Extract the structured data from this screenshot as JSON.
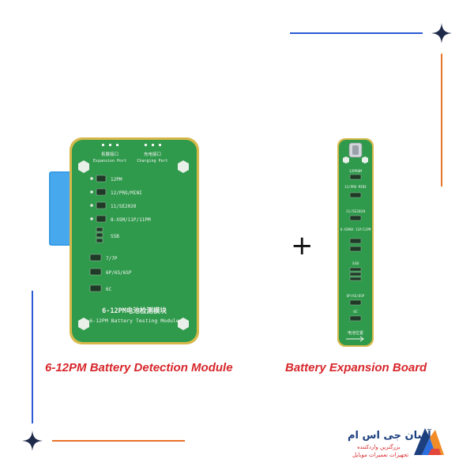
{
  "module": {
    "port_left_cn": "拓展接口",
    "port_left_en": "Expansion Port",
    "port_right_cn": "充电接口",
    "port_right_en": "Charging Port",
    "slots": [
      "12PM",
      "12/PRO/MINI",
      "11/SE2020",
      "8-XSM/11P/11PM",
      "SSB",
      "7/7P",
      "6P/6S/6SP",
      "6C"
    ],
    "title_cn": "6-12PM电池检测模块",
    "title_en": "6-12PM Battery Testing Module"
  },
  "board": {
    "labels": [
      "12PROM",
      "12/PRO MINI",
      "11/SE2020",
      "8-XSMAX 11P/11PM",
      "SSB",
      "6P/6S/6SP",
      "6C"
    ],
    "position_label": "电池位置"
  },
  "captions": {
    "left": "6-12PM Battery Detection Module",
    "right": "Battery Expansion Board"
  },
  "plus_sign": "+",
  "brand": {
    "name": "آسان جی اس ام",
    "tagline_1": "بزرگترین واردکننده",
    "tagline_2": "تجهیزات تعمیرات موبایل"
  },
  "colors": {
    "pcb_green": "#2f9a4b",
    "pcb_border": "#d6b84a",
    "caption_red": "#d8262b",
    "accent_blue": "#2c5bd6",
    "accent_orange": "#e8742a",
    "star_navy": "#1e2a4a"
  }
}
